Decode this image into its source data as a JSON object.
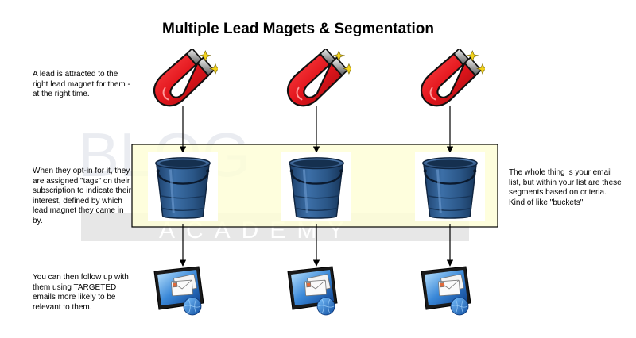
{
  "title": "Multiple Lead Magets & Segmentation",
  "notes": {
    "attract": "A lead is attracted to the right lead magnet for them - at the right time.",
    "optin": "When they opt-in for it, they are assigned \"tags\" on their subscription to indicate their interest, defined by which lead magnet they came in by.",
    "followup": "You can then follow up with them using TARGETED emails more likely to be relevant to them.",
    "list": "The whole thing is your email list, but within your list are these segments based on criteria. Kind of like \"buckets\""
  },
  "watermark": {
    "top": "BLOG",
    "bottom": "ACADEMY"
  },
  "columns": [
    {
      "magnet": "magnet-icon",
      "bucket": "bucket-icon",
      "email": "email-tablet-icon"
    },
    {
      "magnet": "magnet-icon",
      "bucket": "bucket-icon",
      "email": "email-tablet-icon"
    },
    {
      "magnet": "magnet-icon",
      "bucket": "bucket-icon",
      "email": "email-tablet-icon"
    }
  ],
  "colors": {
    "list_box_fill": "#fefed6",
    "magnet_red": "#e3161d",
    "bucket_blue": "#2f5e92",
    "arrow": "#000000"
  }
}
